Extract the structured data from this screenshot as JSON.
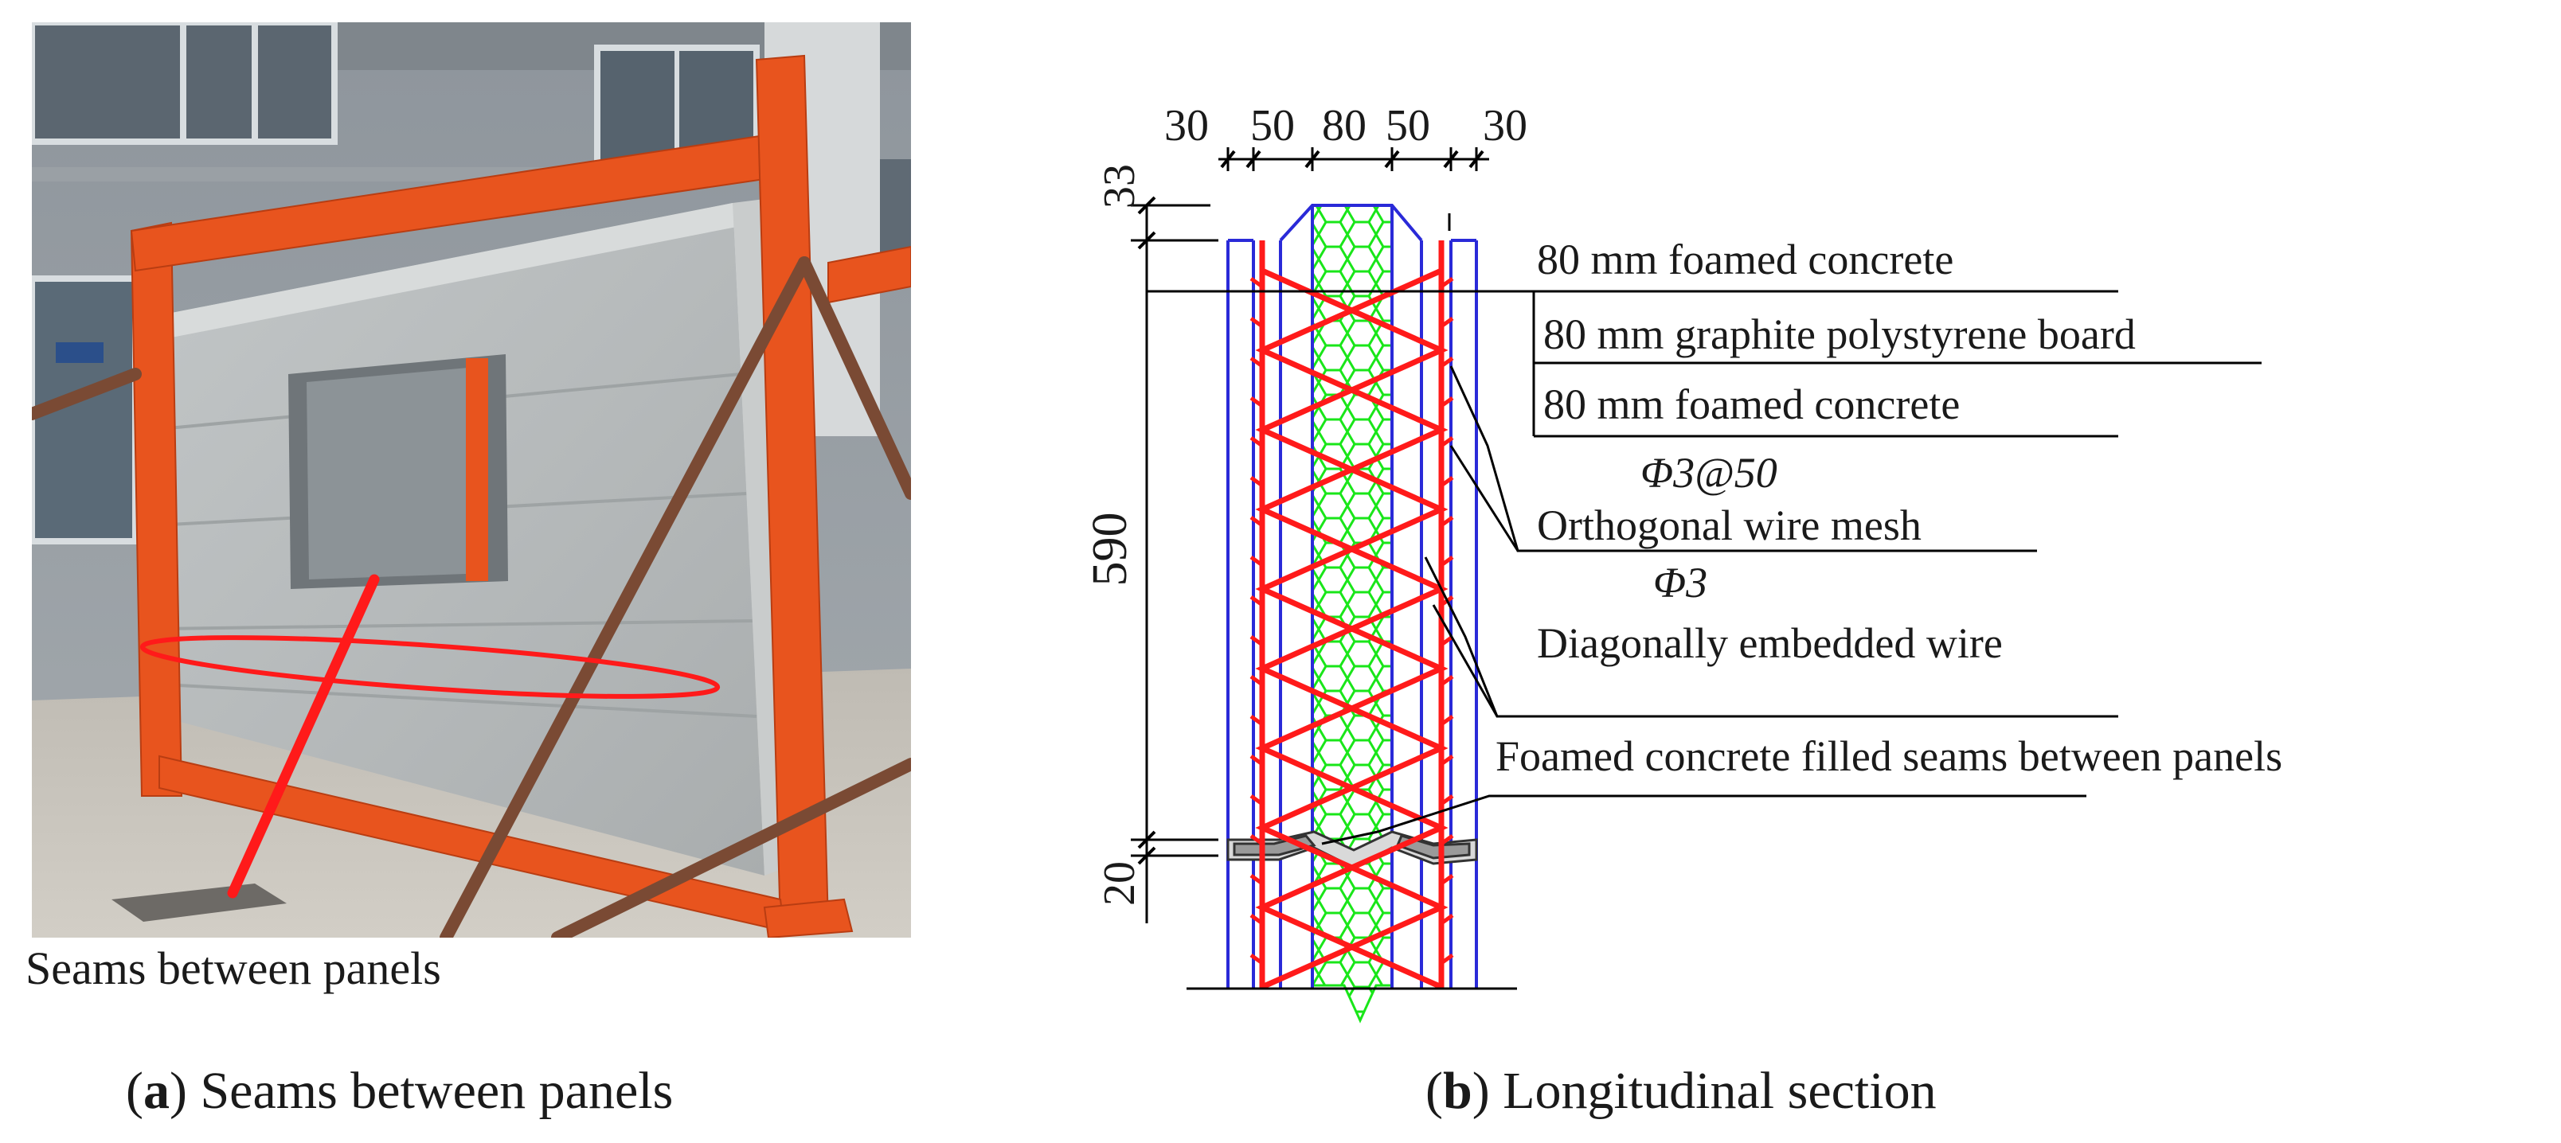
{
  "panel_a": {
    "photo_caption": "Seams between panels",
    "caption_letter": "a",
    "caption_text": " Seams between panels"
  },
  "panel_b": {
    "caption_letter": "b",
    "caption_text": " Longitudinal section",
    "dimensions": {
      "top": [
        "30",
        "50",
        "80",
        "50",
        "30"
      ],
      "left_small_top": "33",
      "height": "590",
      "left_small_bottom": "20"
    },
    "labels": {
      "layer_1": "80 mm foamed concrete",
      "layer_2": "80 mm graphite polystyrene board",
      "layer_3": "80 mm foamed concrete",
      "mesh_spec": "Φ3@50",
      "mesh": "Orthogonal wire mesh",
      "wire_spec": "Φ3",
      "wire": "Diagonally embedded wire",
      "seam": "Foamed concrete filled seams between panels"
    }
  },
  "colors": {
    "frame_orange": "#e8541e",
    "rebar_red": "#ff1a1a",
    "foam_green": "#19e619",
    "outline_blue": "#2a2ad8",
    "concrete_grey": "#b7bcbe"
  }
}
